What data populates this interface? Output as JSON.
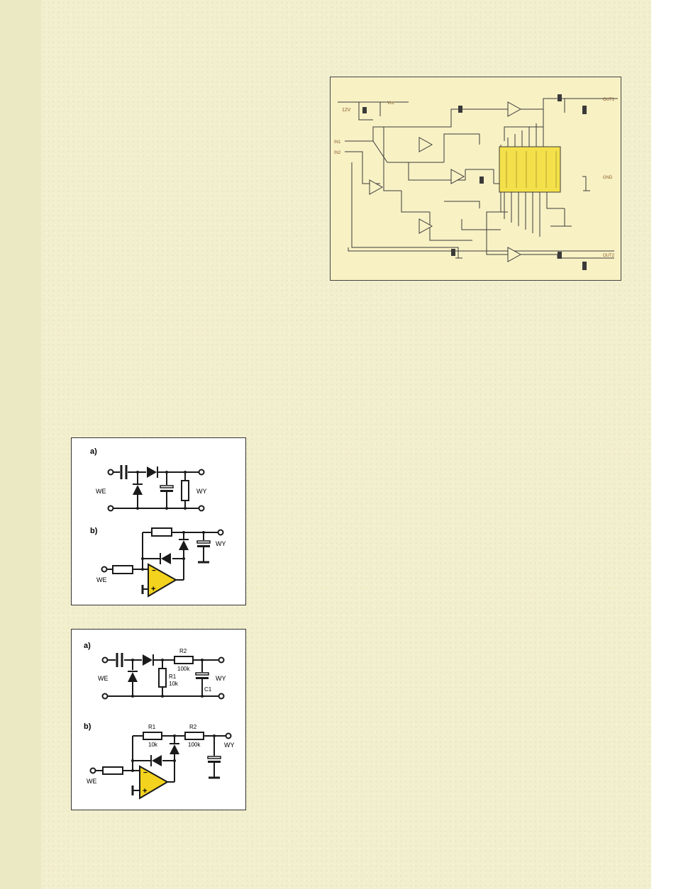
{
  "schematic": {
    "supply_label": "12V",
    "vcc_label": "Vcc",
    "input_labels": [
      "IN1",
      "IN2"
    ],
    "output_labels": [
      "OUT1",
      "OUT2"
    ],
    "gnd_label": "GND",
    "colors": {
      "background": "#f8f1c4",
      "trace": "#3a3a3a",
      "chip": "#f4e04a"
    }
  },
  "fig1": {
    "a_label": "a)",
    "b_label": "b)",
    "input_a": "WE",
    "output_a": "WY",
    "input_b": "WE",
    "output_b": "WY",
    "opamp_color": "#f4d31e"
  },
  "fig2": {
    "a_label": "a)",
    "b_label": "b)",
    "input_a": "WE",
    "output_a": "WY",
    "r2_name_a": "R2",
    "r2_value_a": "100k",
    "r1_name_a": "R1",
    "r1_value_a": "10k",
    "c1_name_a": "C1",
    "input_b": "WE",
    "output_b": "WY",
    "r1_name_b": "R1",
    "r1_value_b": "10k",
    "r2_name_b": "R2",
    "r2_value_b": "100k",
    "opamp_color": "#f4d31e"
  }
}
